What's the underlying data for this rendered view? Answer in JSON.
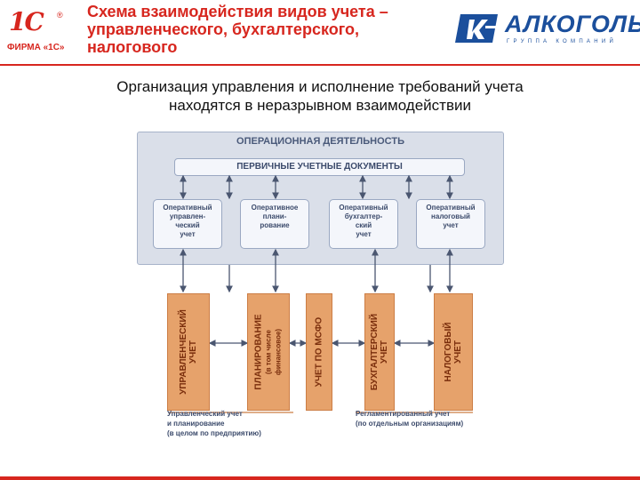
{
  "header": {
    "logo_1c": {
      "sign": "1С",
      "registered": "®",
      "subtitle": "ФИРМА «1С»"
    },
    "title_lines": [
      "Схема взаимодействия видов учета –",
      "управленческого, бухгалтерского,",
      "налогового"
    ],
    "logo_ka": {
      "word": "АЛКОГОЛЬ",
      "subtitle": "ГРУППА КОМПАНИЙ"
    }
  },
  "subtitle_lines": [
    "Организация управления и исполнение требований учета",
    "находятся в неразрывном взаимодействии"
  ],
  "diagram": {
    "operational_title": "ОПЕРАЦИОННАЯ ДЕЯТЕЛЬНОСТЬ",
    "primary_docs": "ПЕРВИЧНЫЕ УЧЕТНЫЕ ДОКУМЕНТЫ",
    "operational_boxes": [
      {
        "lines": [
          "Оперативный",
          "управлен-",
          "ческий",
          "учет"
        ]
      },
      {
        "lines": [
          "Оперативное",
          "плани-",
          "рование"
        ]
      },
      {
        "lines": [
          "Оперативный",
          "бухгалтер-",
          "ский",
          "учет"
        ]
      },
      {
        "lines": [
          "Оперативный",
          "налоговый",
          "учет"
        ]
      }
    ],
    "accounting_boxes": [
      {
        "lines": [
          "УПРАВЛЕНЧЕСКИЙ",
          "УЧЕТ"
        ]
      },
      {
        "lines": [
          "ПЛАНИРОВАНИЕ",
          "(в том числе",
          "финансовое)"
        ]
      },
      {
        "lines": [
          "УЧЕТ ПО МСФО"
        ]
      },
      {
        "lines": [
          "БУХГАЛТЕРСКИЙ",
          "УЧЕТ"
        ]
      },
      {
        "lines": [
          "НАЛОГОВЫЙ",
          "УЧЕТ"
        ]
      }
    ],
    "left_note": [
      "Управленческий учет",
      "и планирование",
      "(в целом по предприятию)"
    ],
    "right_note": [
      "Регламентированный учет",
      "(по отдельным организациям)"
    ],
    "colors": {
      "panel": "#dadfe9",
      "accounting": "#e6a26b",
      "arrow": "#4a5670"
    }
  }
}
